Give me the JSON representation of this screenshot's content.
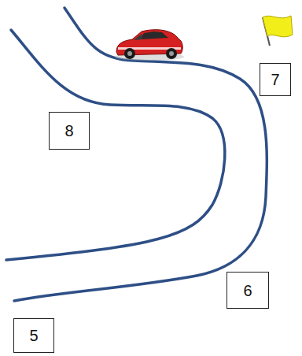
{
  "diagram": {
    "nodes": [
      {
        "text": [
          "7"
        ]
      },
      {
        "text": [
          "8"
        ]
      },
      {
        "text": [
          "6"
        ]
      },
      {
        "text": [
          "5"
        ]
      }
    ]
  }
}
